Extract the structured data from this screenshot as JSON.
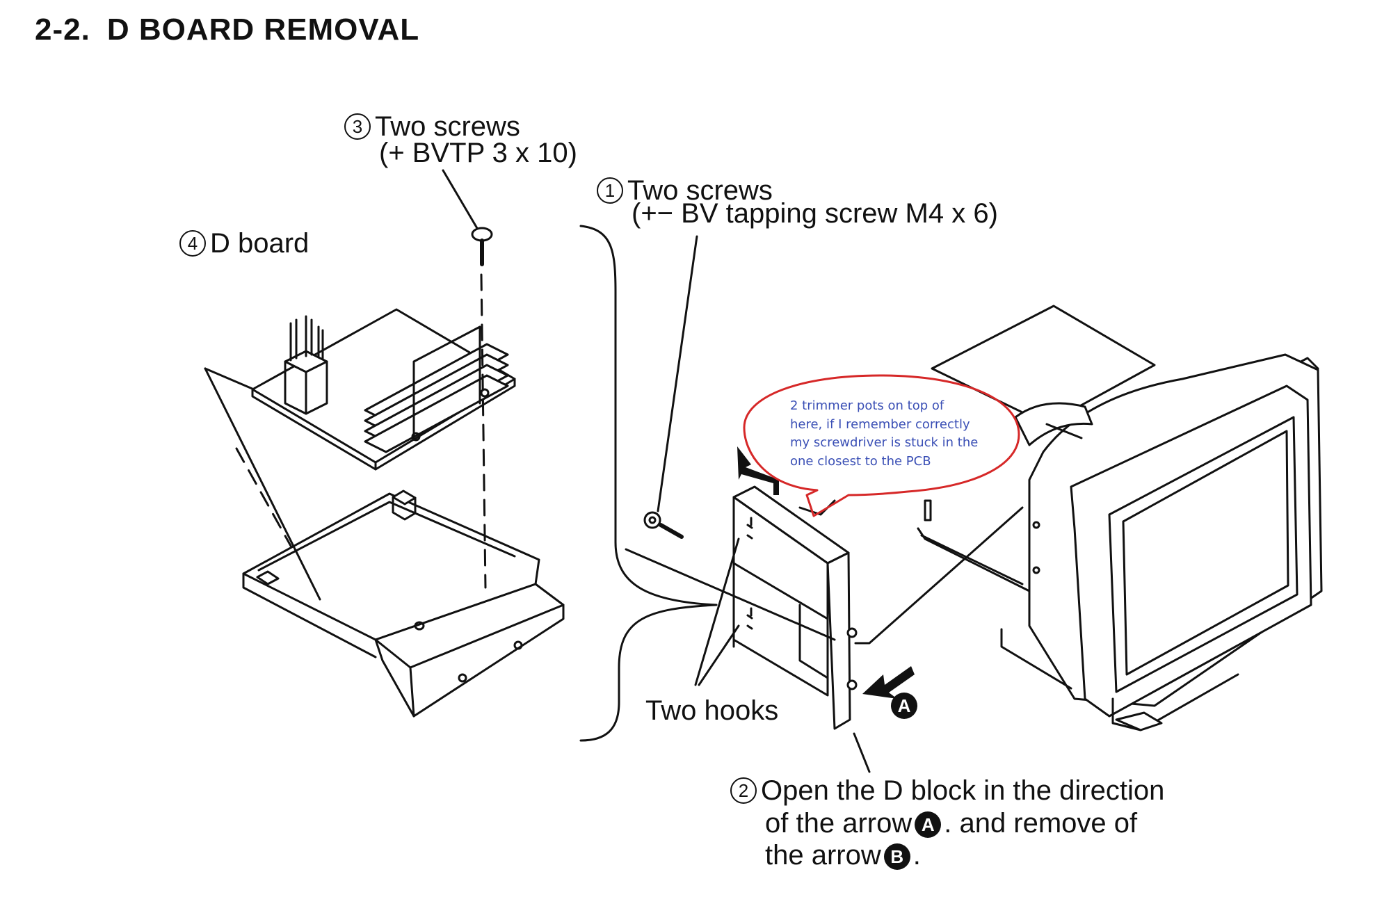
{
  "title": {
    "section": "2-2.",
    "heading": "D BOARD REMOVAL"
  },
  "labels": {
    "step3": {
      "number": "3",
      "line1": "Two screws",
      "line2": "(+ BVTP 3 x 10)"
    },
    "step1": {
      "number": "1",
      "line1": "Two screws",
      "line2": "(+− BV tapping screw M4 x 6)"
    },
    "step4": {
      "number": "4",
      "line1": "D board"
    },
    "hooks": "Two hooks",
    "arrow_marker": "A",
    "step2": {
      "number": "2",
      "line1": "Open the D block in the direction",
      "line2_prefix": "of the arrow",
      "badge_a": "A",
      "line2_suffix": ". and remove of",
      "line3_prefix": "the arrow",
      "badge_b": "B",
      "line3_suffix": "."
    }
  },
  "annotation": {
    "lines": [
      "2 trimmer pots on top of",
      "here, if I remember correctly",
      "my screwdriver is stuck in the",
      "one closest to the PCB"
    ],
    "color": "#3a4fb5",
    "outline_color": "#d62828"
  }
}
